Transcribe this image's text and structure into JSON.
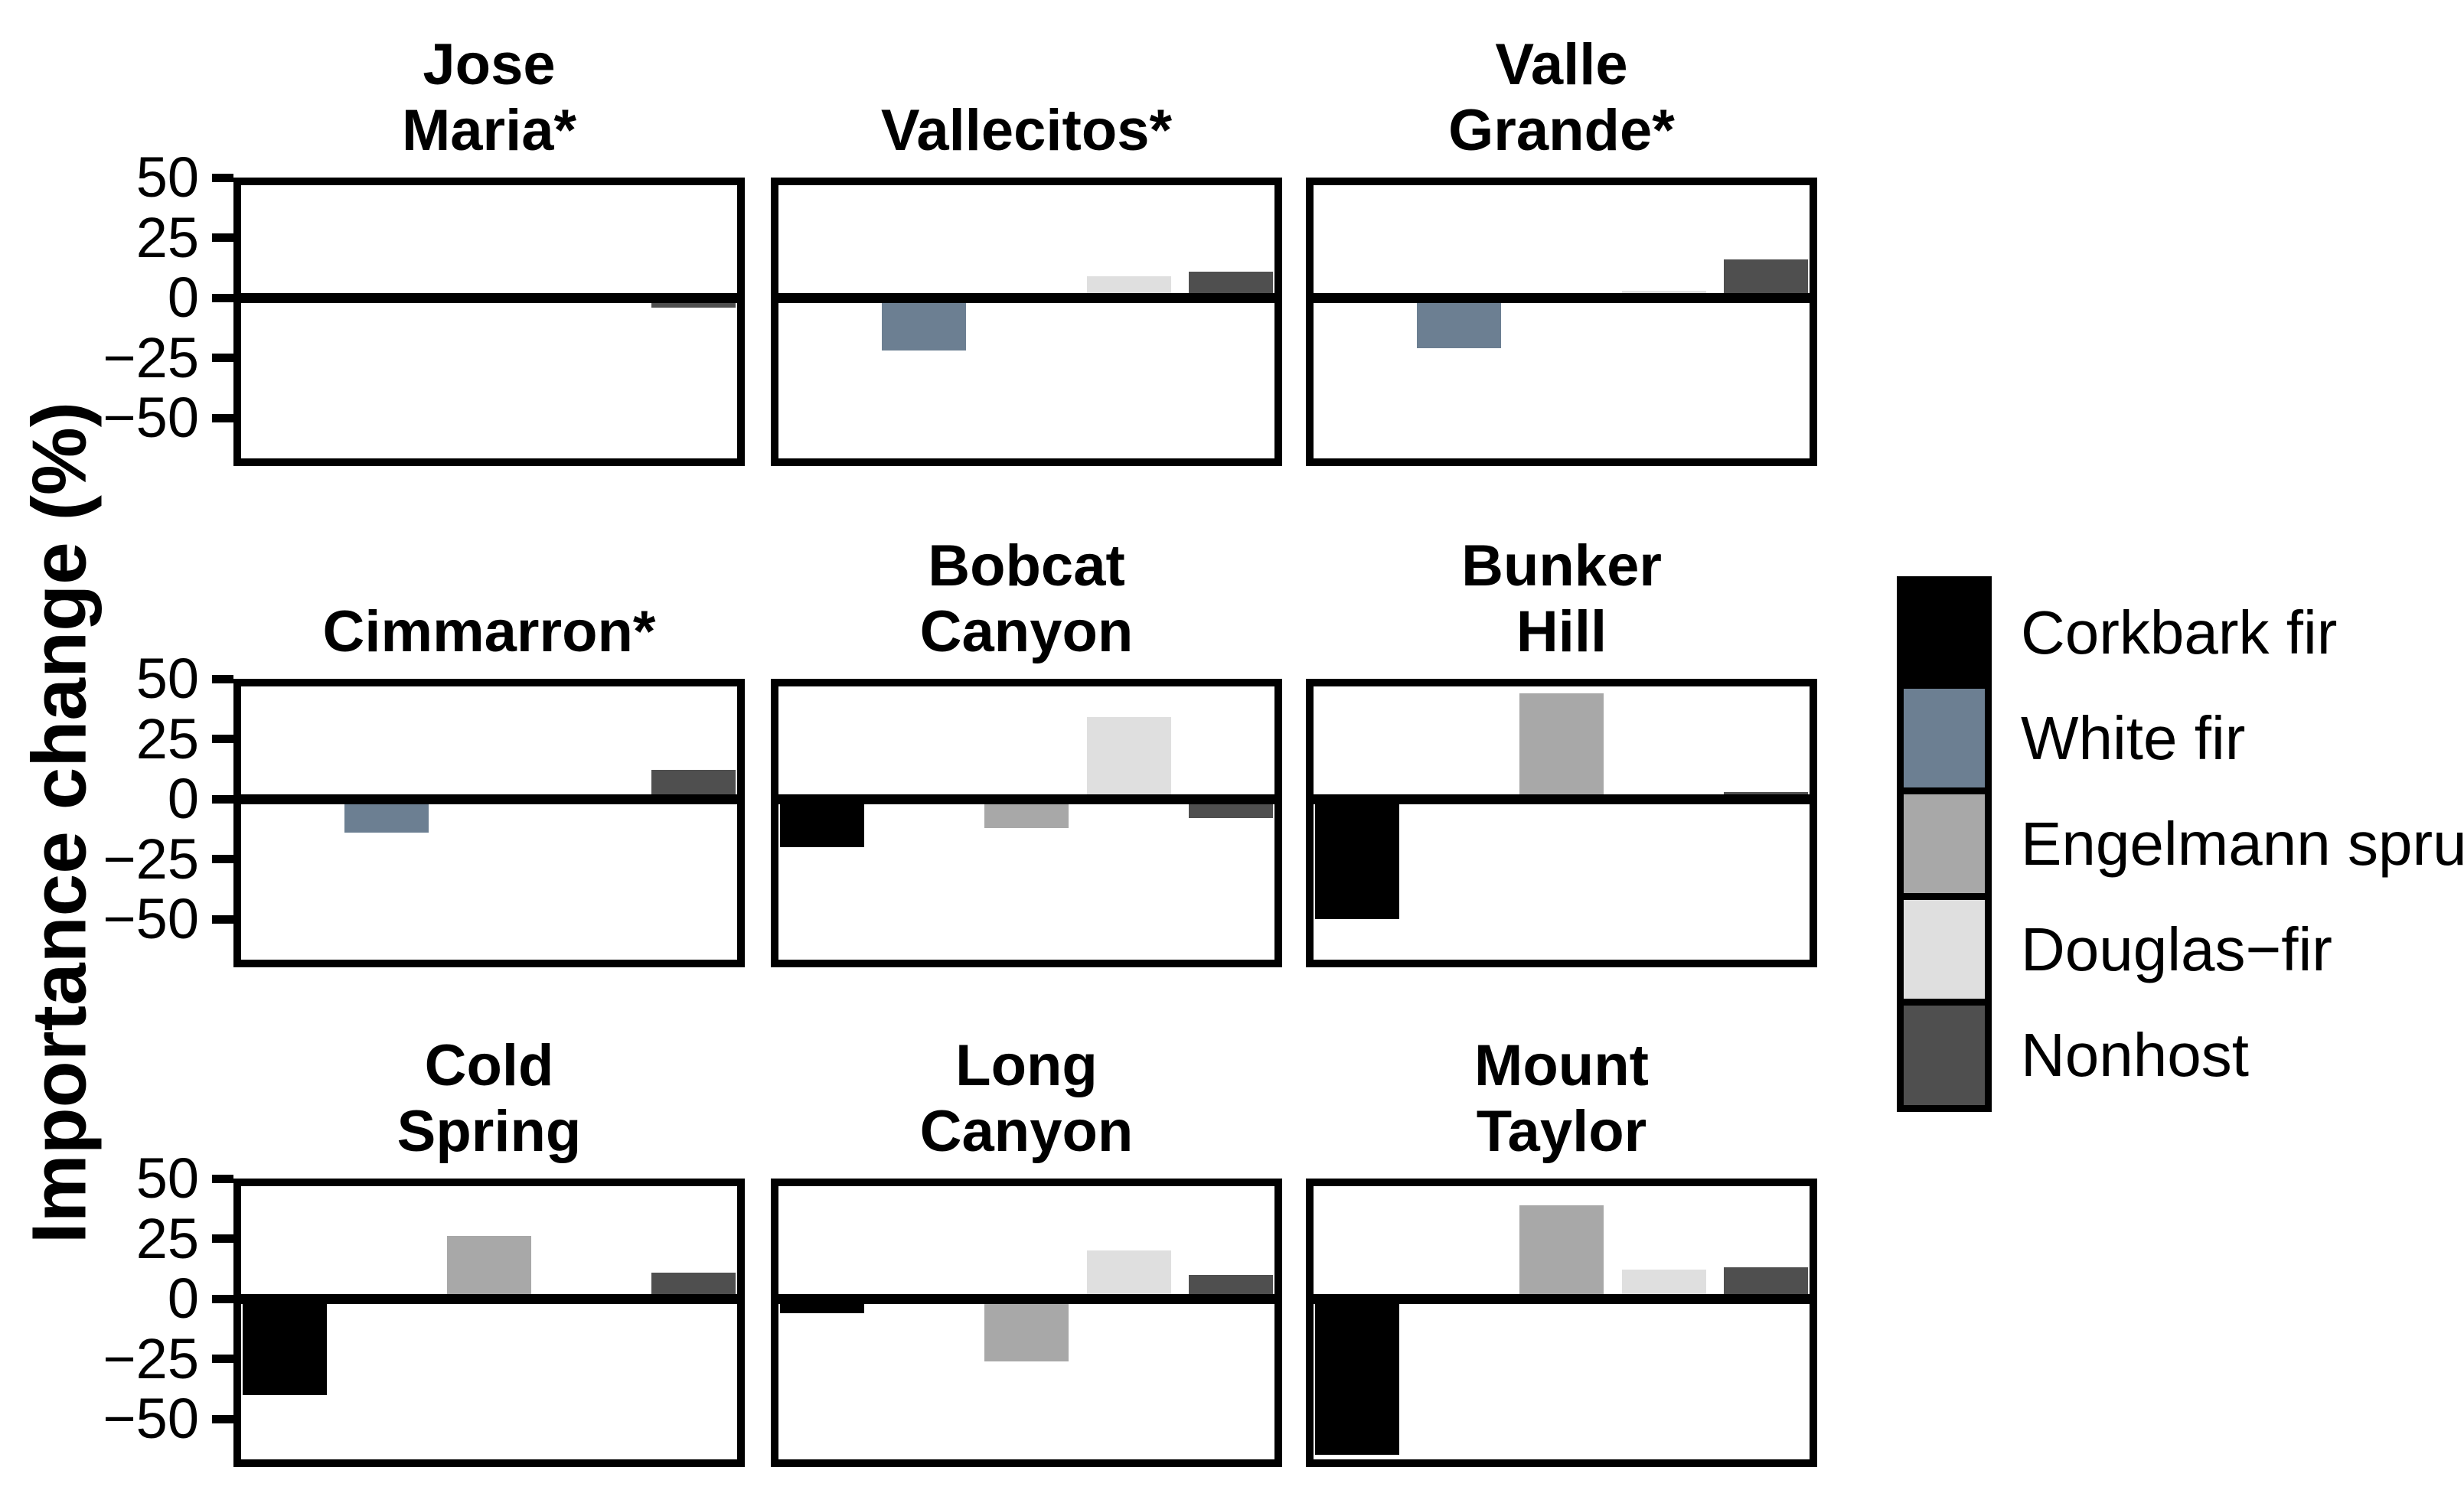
{
  "y_axis": {
    "label": "Importance change (%)",
    "ticks": [
      "50",
      "25",
      "0",
      "−25",
      "−50"
    ],
    "tick_values": [
      50,
      25,
      0,
      -25,
      -50
    ],
    "ylim": [
      -70,
      50
    ]
  },
  "species": [
    {
      "name": "Corkbark fir",
      "color": "#000000"
    },
    {
      "name": "White fir",
      "color": "#6C7F92"
    },
    {
      "name": "Engelmann spruce",
      "color": "#A8A8A8"
    },
    {
      "name": "Douglas−fir",
      "color": "#DFDFDF"
    },
    {
      "name": "Nonhost",
      "color": "#4F4F4F"
    }
  ],
  "panels": [
    {
      "title": "Jose\nMaria*",
      "values": [
        0,
        0,
        0,
        0,
        -4
      ]
    },
    {
      "title": "Vallecitos*",
      "values": [
        0,
        -22,
        0,
        9,
        11
      ]
    },
    {
      "title": "Valle\nGrande*",
      "values": [
        0,
        -21,
        0,
        3,
        16
      ]
    },
    {
      "title": "Cimmarron*",
      "values": [
        0,
        -14,
        0,
        0,
        12
      ]
    },
    {
      "title": "Bobcat\nCanyon",
      "values": [
        -20,
        0,
        -12,
        34,
        -8
      ]
    },
    {
      "title": "Bunker\nHill",
      "values": [
        -50,
        0,
        44,
        0,
        3
      ]
    },
    {
      "title": "Cold\nSpring",
      "values": [
        -40,
        0,
        26,
        0,
        11
      ]
    },
    {
      "title": "Long\nCanyon",
      "values": [
        -6,
        0,
        -26,
        20,
        10
      ]
    },
    {
      "title": "Mount\nTaylor",
      "values": [
        -65,
        0,
        39,
        12,
        13
      ]
    }
  ],
  "chart_data": {
    "type": "bar",
    "layout": "3x3 small multiples, shared y axis",
    "title": "",
    "xlabel": "",
    "ylabel": "Importance change (%)",
    "ylim": [
      -70,
      50
    ],
    "yticks": [
      50,
      25,
      0,
      -25,
      -50
    ],
    "categories": [
      "Corkbark fir",
      "White fir",
      "Engelmann spruce",
      "Douglas-fir",
      "Nonhost"
    ],
    "series_colors": [
      "#000000",
      "#6C7F92",
      "#A8A8A8",
      "#DFDFDF",
      "#4F4F4F"
    ],
    "legend_position": "right",
    "grid": false,
    "panels": [
      {
        "site": "Jose Maria*",
        "values": [
          0,
          0,
          0,
          0,
          -4
        ]
      },
      {
        "site": "Vallecitos*",
        "values": [
          0,
          -22,
          0,
          9,
          11
        ]
      },
      {
        "site": "Valle Grande*",
        "values": [
          0,
          -21,
          0,
          3,
          16
        ]
      },
      {
        "site": "Cimmarron*",
        "values": [
          0,
          -14,
          0,
          0,
          12
        ]
      },
      {
        "site": "Bobcat Canyon",
        "values": [
          -20,
          0,
          -12,
          34,
          -8
        ]
      },
      {
        "site": "Bunker Hill",
        "values": [
          -50,
          0,
          44,
          0,
          3
        ]
      },
      {
        "site": "Cold Spring",
        "values": [
          -40,
          0,
          26,
          0,
          11
        ]
      },
      {
        "site": "Long Canyon",
        "values": [
          -6,
          0,
          -26,
          20,
          10
        ]
      },
      {
        "site": "Mount Taylor",
        "values": [
          -65,
          0,
          39,
          12,
          13
        ]
      }
    ]
  }
}
